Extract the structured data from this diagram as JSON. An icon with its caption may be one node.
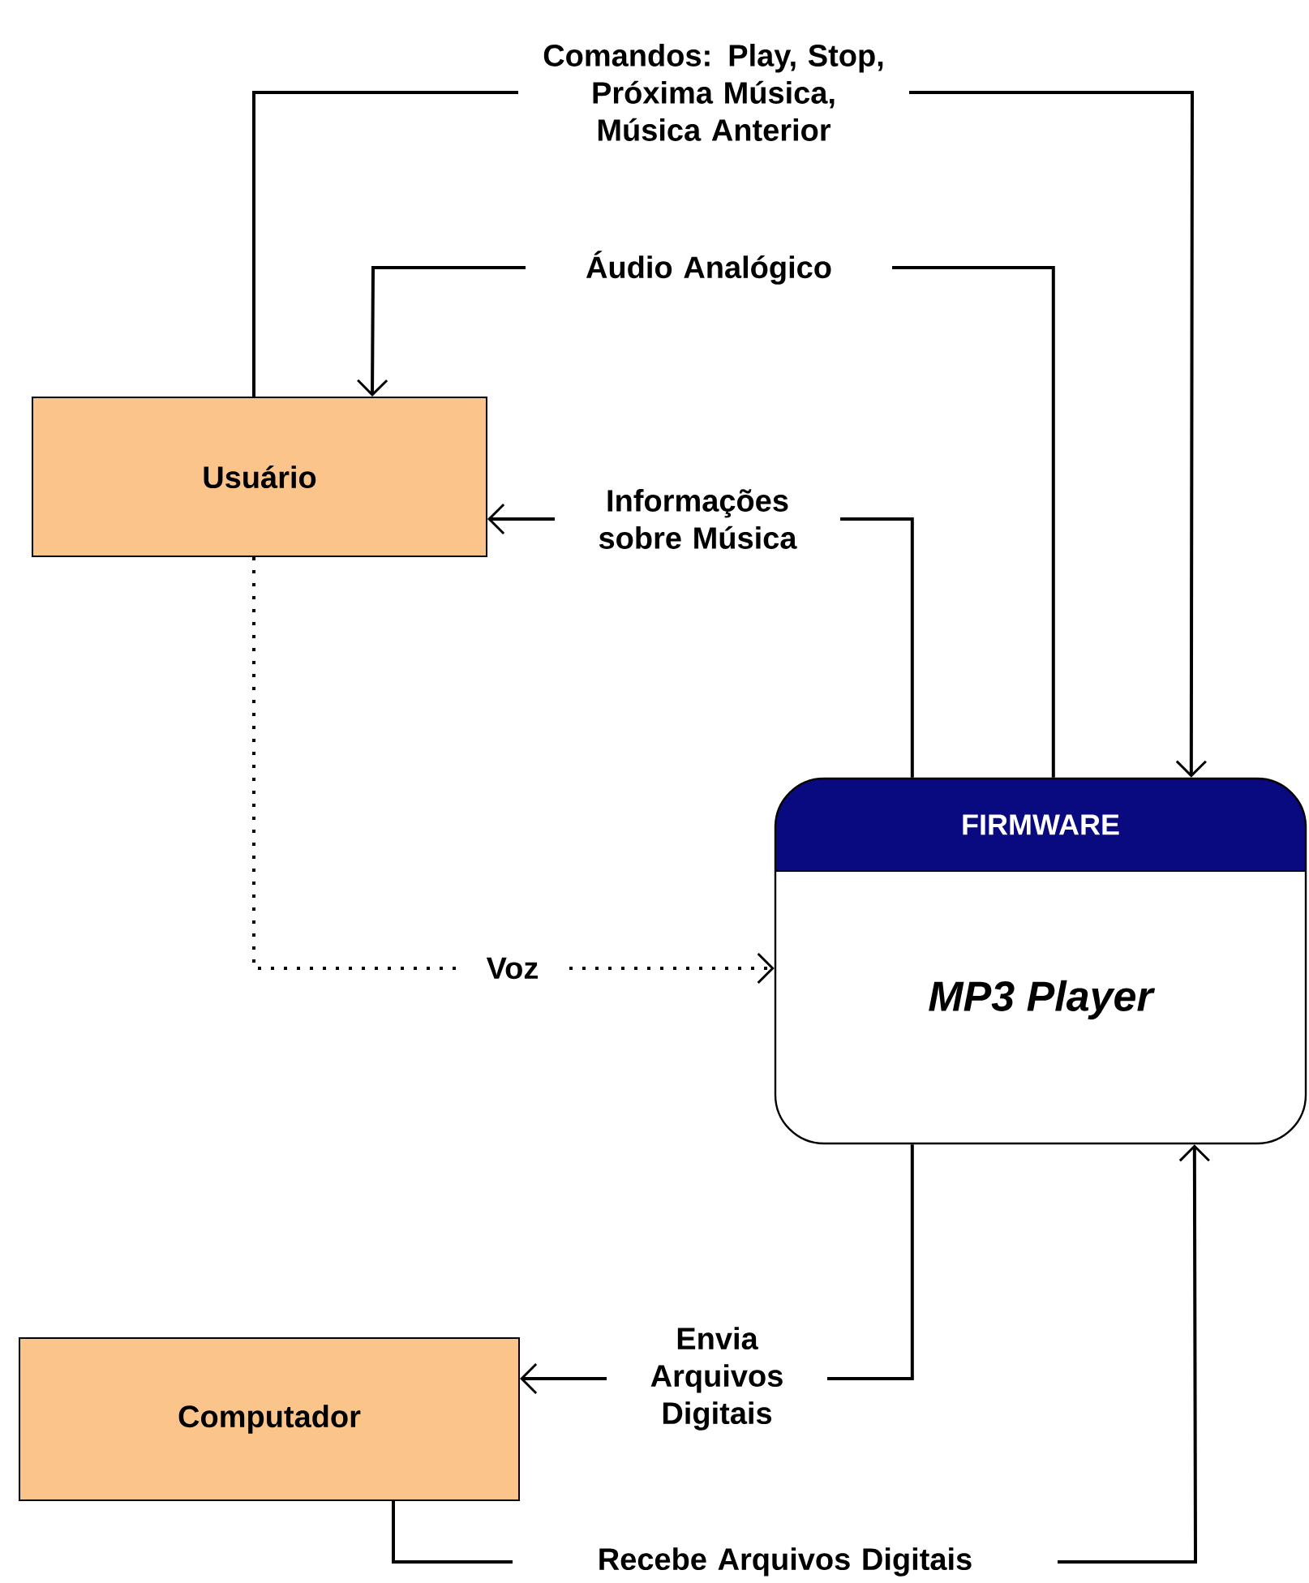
{
  "diagram": {
    "nodes": [
      {
        "text": [
          "Usuário"
        ]
      },
      {
        "text": [
          "Computador"
        ]
      },
      {
        "text": [
          "FIRMWARE",
          "MP3 Player"
        ]
      }
    ],
    "edges": [
      {
        "from": 0,
        "to": 2,
        "arrow": "to",
        "label": "Comandos: Play, Stop, Próxima Música, Música Anterior"
      },
      {
        "from": 2,
        "to": 0,
        "arrow": "to",
        "label": "Áudio Analógico"
      },
      {
        "from": 2,
        "to": 0,
        "arrow": "to",
        "label": "Informações sobre Música"
      },
      {
        "from": 0,
        "to": 2,
        "arrow": "to",
        "label": "Voz",
        "style": "dashed"
      },
      {
        "from": 2,
        "to": 1,
        "arrow": "to",
        "label": "Envia Arquivos Digitais"
      },
      {
        "from": 1,
        "to": 2,
        "arrow": "to",
        "label": "Recebe Arquivos Digitais"
      }
    ]
  }
}
